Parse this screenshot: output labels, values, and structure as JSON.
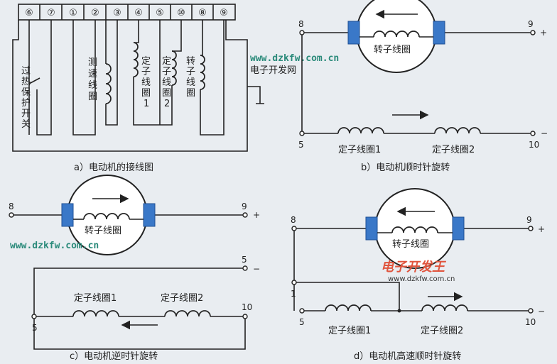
{
  "panel_a": {
    "caption": "a）电动机的接线图",
    "terminals": [
      "⑥",
      "⑦",
      "①",
      "②",
      "③",
      "④",
      "⑤",
      "⑩",
      "⑧",
      "⑨"
    ],
    "switch_label": [
      "过",
      "热",
      "保",
      "护",
      "开",
      "关"
    ],
    "coils": {
      "speed_coil": [
        "测",
        "速",
        "线",
        "圈"
      ],
      "stator1": [
        "定",
        "子",
        "线",
        "圈",
        "1"
      ],
      "stator2": [
        "定",
        "子",
        "线",
        "圈",
        "2"
      ],
      "rotor": [
        "转",
        "子",
        "线",
        "圈"
      ]
    }
  },
  "panel_b": {
    "caption": "b）电动机顺时针旋转",
    "rotor_label": "转子线圈",
    "stator1_label": "定子线圈1",
    "stator2_label": "定子线圈2",
    "t8": "8",
    "t9": "9",
    "t5": "5",
    "t10": "10",
    "plus": "+",
    "minus": "−"
  },
  "panel_c": {
    "caption": "c）电动机逆时针旋转",
    "rotor_label": "转子线圈",
    "stator1_label": "定子线圈1",
    "stator2_label": "定子线圈2",
    "t8": "8",
    "t9": "9",
    "t5a": "5",
    "t5b": "5",
    "t10": "10",
    "plus": "+",
    "minus": "−"
  },
  "panel_d": {
    "caption": "d）电动机高速顺时针旋转",
    "rotor_label": "转子线圈",
    "stator1_label": "定子线圈1",
    "stator2_label": "定子线圈2",
    "t8": "8",
    "t9": "9",
    "t1": "1",
    "t5": "5",
    "t10": "10",
    "plus": "+",
    "minus": "−"
  },
  "watermarks": {
    "url1": "www.dzkfw.com.cn",
    "site_name": "电子开发网",
    "url2": "www.dzkfw.com.cn",
    "logo_text": "电子开发王",
    "logo_url": "www.dzkfw.com.cn"
  }
}
